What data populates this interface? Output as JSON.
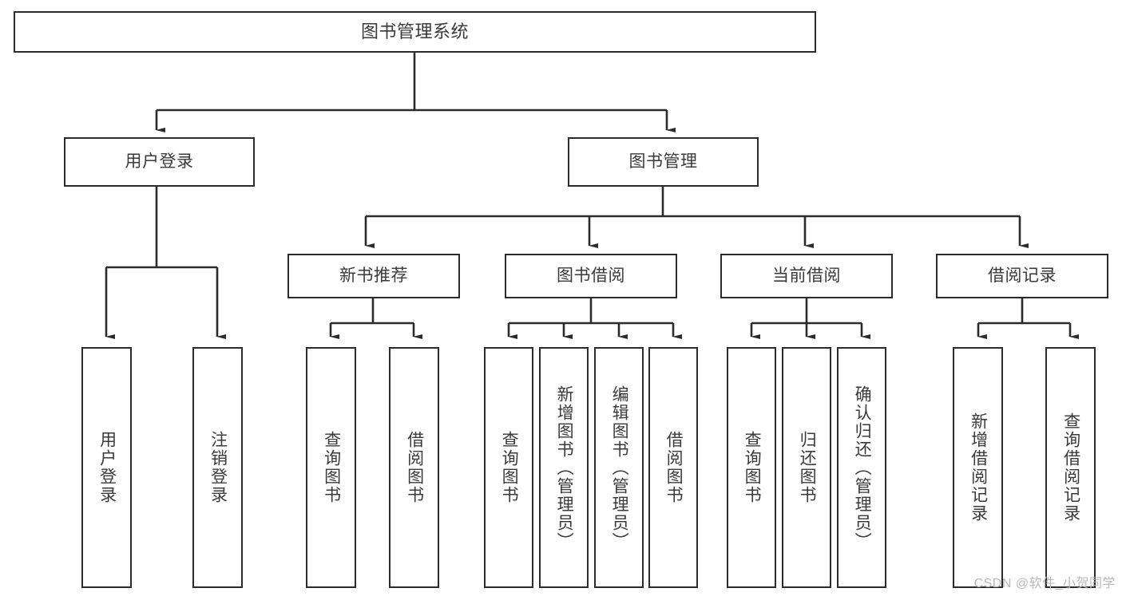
{
  "diagram": {
    "type": "tree-hierarchy",
    "title": "图书管理系统",
    "watermark": "CSDN @软件_小贺同学",
    "colors": {
      "background": "#ffffff",
      "box_fill": "#ffffff",
      "box_border": "#2b2b2b",
      "text": "#3a3a3a",
      "connector": "#2b2b2b",
      "watermark": "#b8b8b8"
    },
    "nodes": {
      "root": {
        "label": "图书管理系统"
      },
      "level2": [
        {
          "id": "user-login",
          "label": "用户登录"
        },
        {
          "id": "book-manage",
          "label": "图书管理"
        }
      ],
      "level3": [
        {
          "id": "new-book-recommend",
          "label": "新书推荐"
        },
        {
          "id": "book-borrow",
          "label": "图书借阅"
        },
        {
          "id": "current-borrow",
          "label": "当前借阅"
        },
        {
          "id": "borrow-record",
          "label": "借阅记录"
        }
      ],
      "leaves": {
        "user-login": [
          {
            "id": "leaf-user-login",
            "label": "用户登录"
          },
          {
            "id": "leaf-logout-login",
            "label": "注销登录"
          }
        ],
        "new-book-recommend": [
          {
            "id": "leaf-query-book-1",
            "label": "查询图书"
          },
          {
            "id": "leaf-borrow-book-1",
            "label": "借阅图书"
          }
        ],
        "book-borrow": [
          {
            "id": "leaf-query-book-2",
            "label": "查询图书"
          },
          {
            "id": "leaf-add-book",
            "label": "新增图书（管理员）"
          },
          {
            "id": "leaf-edit-book",
            "label": "编辑图书（管理员）"
          },
          {
            "id": "leaf-borrow-book-2",
            "label": "借阅图书"
          }
        ],
        "current-borrow": [
          {
            "id": "leaf-query-book-3",
            "label": "查询图书"
          },
          {
            "id": "leaf-return-book",
            "label": "归还图书"
          },
          {
            "id": "leaf-confirm-return",
            "label": "确认归还（管理员）"
          }
        ],
        "borrow-record": [
          {
            "id": "leaf-add-record",
            "label": "新增借阅记录"
          },
          {
            "id": "leaf-query-record",
            "label": "查询借阅记录"
          }
        ]
      }
    }
  }
}
